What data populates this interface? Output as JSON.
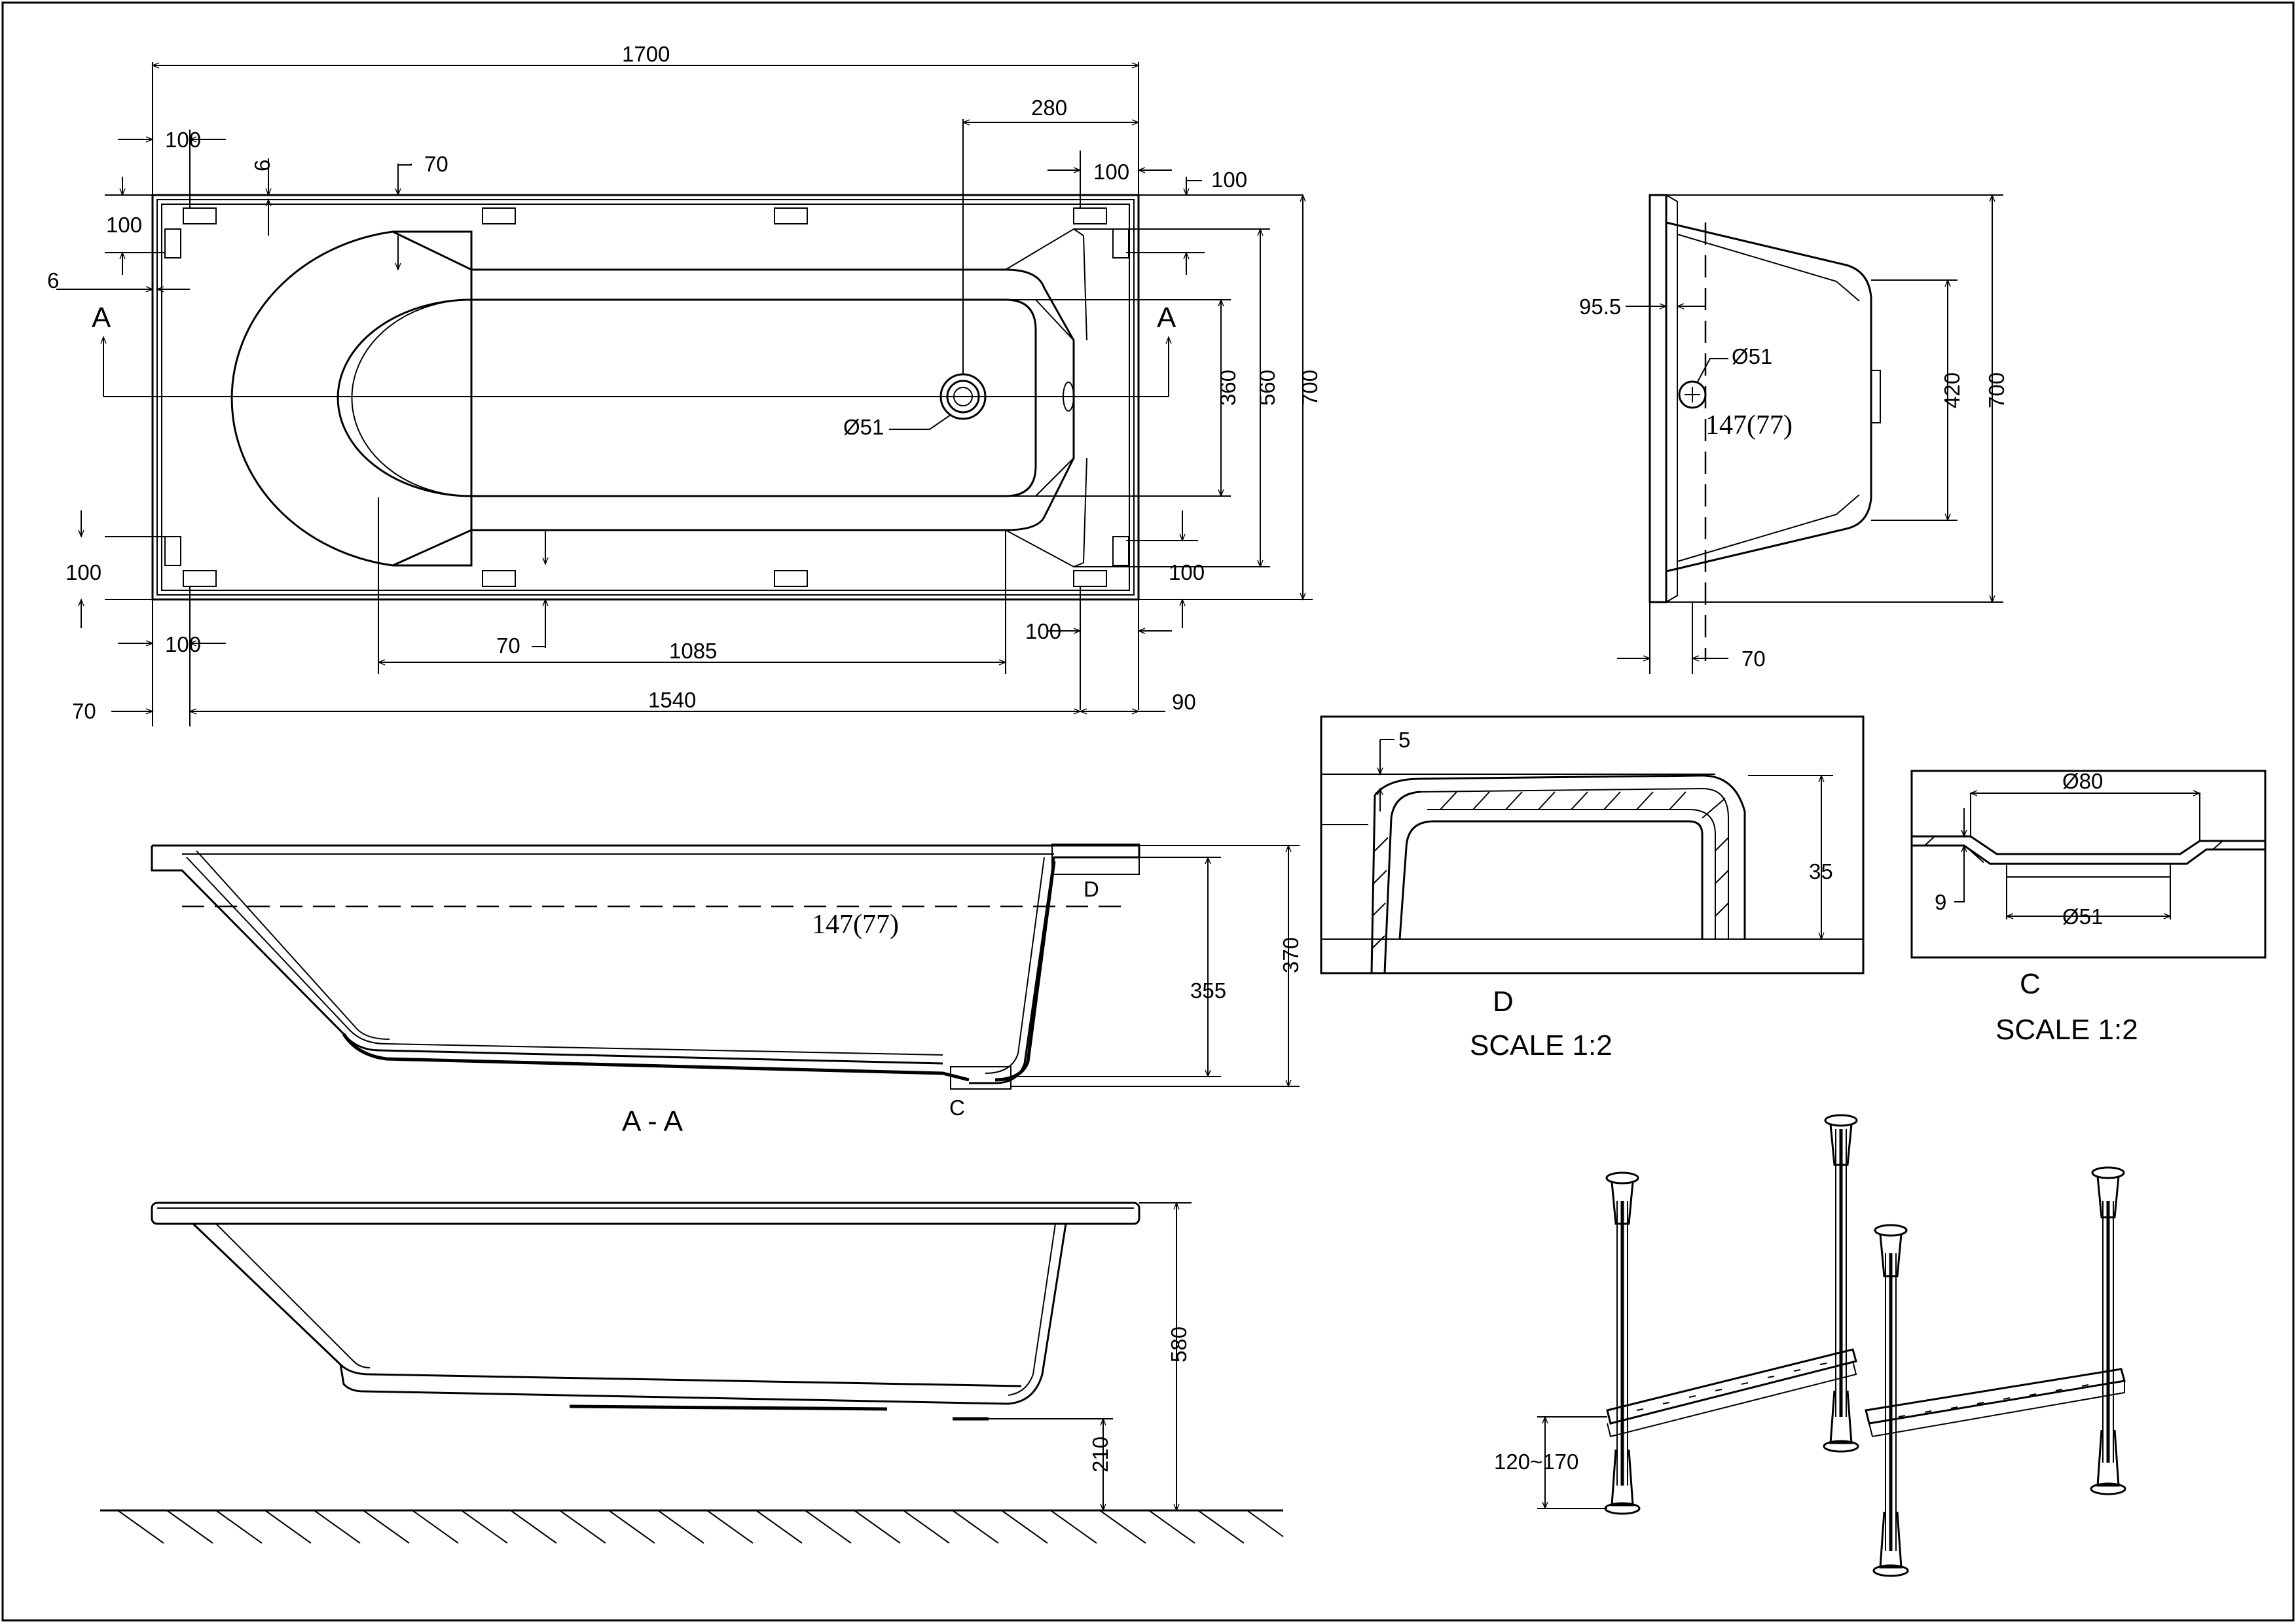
{
  "plan_view": {
    "overall_length": "1700",
    "drain_offset": "280",
    "edge_100_tl": "100",
    "edge_6_top": "6",
    "rim_70_top": "70",
    "edge_100_tr": "100",
    "edge_100_right": "100",
    "edge_100_left_top": "100",
    "edge_6_left": "6",
    "section_label_left": "A",
    "section_label_right": "A",
    "drain_diameter": "Ø51",
    "width_360": "360",
    "width_560": "560",
    "width_700": "700",
    "edge_100_left_bottom": "100",
    "edge_100_right_bottom": "100",
    "edge_100_bl": "100",
    "rim_70_bottom": "70",
    "basin_length": "1085",
    "edge_100_br": "100",
    "edge_70_left": "70",
    "inner_length": "1540",
    "edge_90_right": "90"
  },
  "side_view": {
    "rim_95_5": "95.5",
    "overflow_diameter": "Ø51",
    "volume": "147(77)",
    "depth_420": "420",
    "width_700": "700",
    "edge_70": "70"
  },
  "section_aa": {
    "title": "A - A",
    "volume": "147(77)",
    "depth_355": "355",
    "depth_370": "370",
    "detail_d": "D",
    "detail_c": "C"
  },
  "detail_d": {
    "label": "D",
    "scale": "SCALE 1:2",
    "thickness": "5",
    "height": "35"
  },
  "detail_c": {
    "label": "C",
    "scale": "SCALE 1:2",
    "outer_diameter": "Ø80",
    "inner_diameter": "Ø51",
    "offset": "9"
  },
  "elevation": {
    "height_580": "580",
    "clearance_210": "210"
  },
  "legs": {
    "adjust_range": "120~170"
  }
}
